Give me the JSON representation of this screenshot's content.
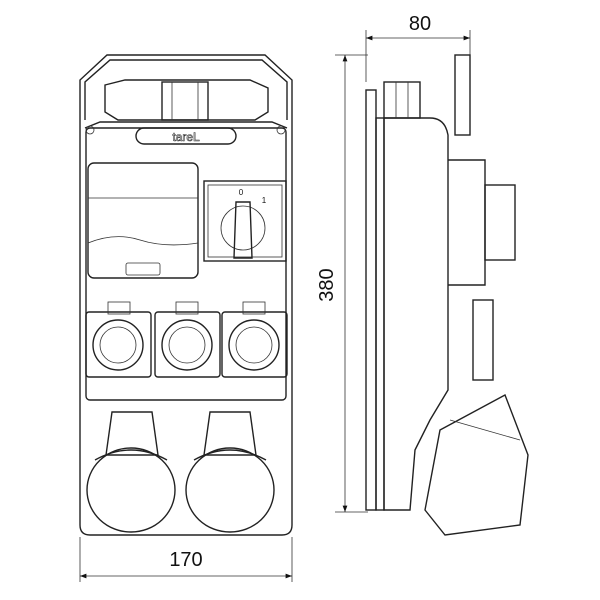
{
  "dimensions": {
    "width": "170",
    "height": "380",
    "depth": "80"
  },
  "logo": "tareL",
  "switch": {
    "off_label": "0",
    "on_label": "1"
  }
}
